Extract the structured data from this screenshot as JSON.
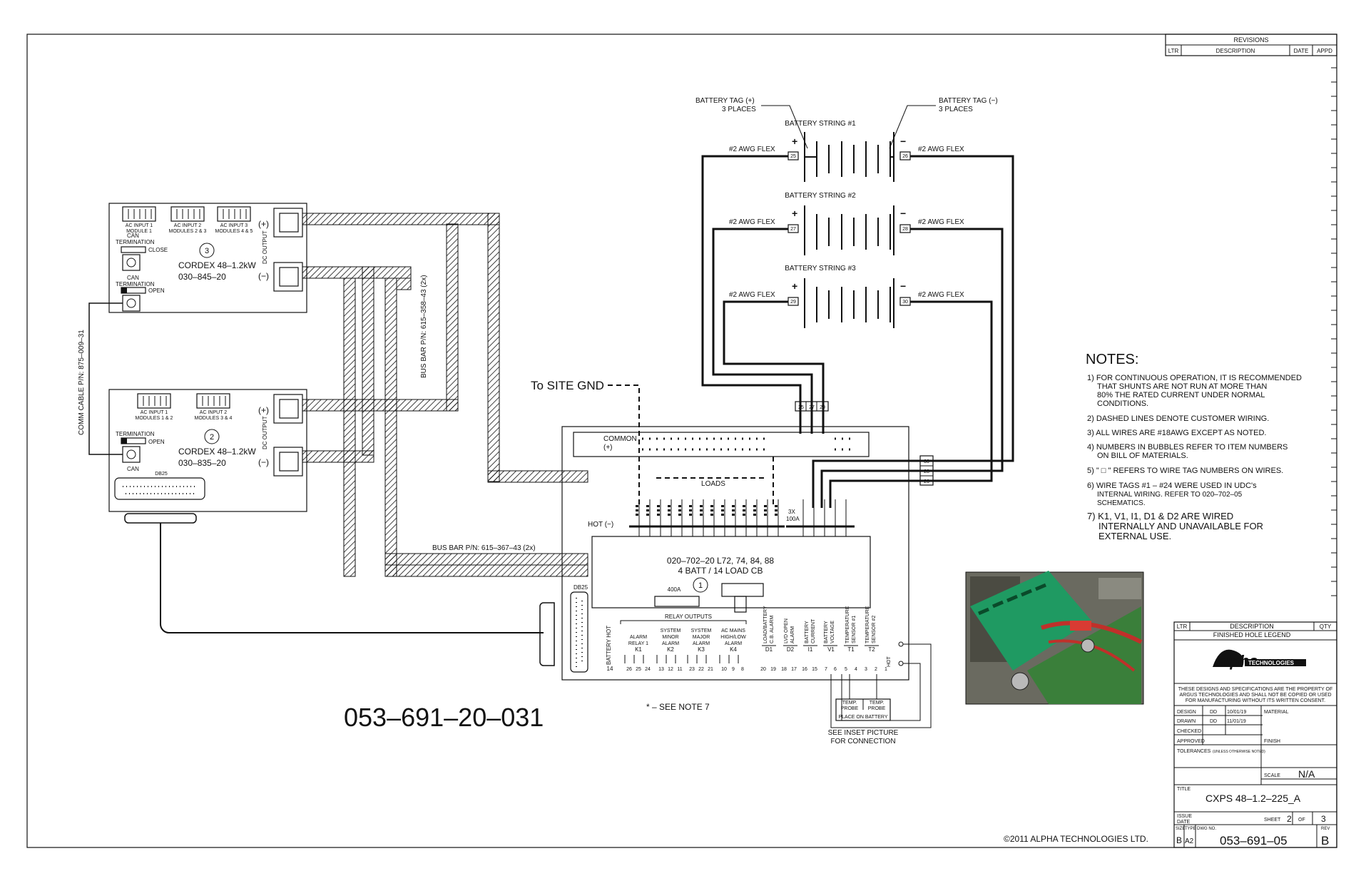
{
  "revisions": {
    "title": "REVISIONS",
    "cols": [
      "LTR",
      "DESCRIPTION",
      "DATE",
      "APPD"
    ]
  },
  "battery_tags": {
    "pos": "BATTERY TAG (+)",
    "neg": "BATTERY TAG (−)",
    "places": "3 PLACES"
  },
  "batteries": [
    {
      "label": "BATTERY STRING #1",
      "tag_pos": "25",
      "tag_neg": "26"
    },
    {
      "label": "BATTERY STRING #2",
      "tag_pos": "27",
      "tag_neg": "28"
    },
    {
      "label": "BATTERY STRING #3",
      "tag_pos": "29",
      "tag_neg": "30"
    }
  ],
  "wire_label": "#2 AWG FLEX",
  "rectifier1": {
    "item": "3",
    "name": "CORDEX 48–1.2kW",
    "pn": "030–845–20",
    "inputs": [
      "AC INPUT 1",
      "AC INPUT 2",
      "AC INPUT 3"
    ],
    "modules": [
      "MODULE 1",
      "MODULES 2 & 3",
      "MODULES 4 & 5"
    ],
    "can1": "CAN",
    "term1": "TERMINATION",
    "close": "CLOSE",
    "can2": "CAN",
    "term2": "TERMINATION",
    "open": "OPEN"
  },
  "rectifier2": {
    "item": "2",
    "name": "CORDEX 48–1.2kW",
    "pn": "030–835–20",
    "inputs": [
      "AC INPUT 1",
      "AC INPUT 2"
    ],
    "modules": [
      "MODULES 1 & 2",
      "MODULES 3 & 4"
    ],
    "term": "TERMINATION",
    "open": "OPEN",
    "can": "CAN",
    "db": "DB25"
  },
  "dc_pos": "(+)",
  "dc_neg": "(−)",
  "dc_output": "DC OUTPUT",
  "comm_cable": "COMM CABLE P/N: 875–009–31",
  "busbar1": "BUS BAR P/N: 615–358–43 (2x)",
  "busbar2": "BUS BAR P/N: 615–367–43 (2x)",
  "site_gnd": "To SITE GND",
  "udc": {
    "common": "COMMON",
    "common_pos": "(+)",
    "loads": "LOADS",
    "hot": "HOT (−)",
    "model": "020–702–20 L72, 74, 84, 88",
    "cfg": "4 BATT / 14 LOAD CB",
    "item": "1",
    "shunt": "400A",
    "breaker": "3X",
    "breaker_rating": "100A",
    "db": "DB25",
    "relay_outputs": "RELAY OUTPUTS",
    "battery_hot": "BATTERY HOT"
  },
  "relays": [
    {
      "l1": "ALARM",
      "l2": "RELAY 1",
      "k": "K1",
      "pins": [
        "26",
        "25",
        "24"
      ]
    },
    {
      "l1": "SYSTEM",
      "l2": "MINOR",
      "l3": "ALARM",
      "k": "K2",
      "pins": [
        "13",
        "12",
        "11"
      ]
    },
    {
      "l1": "SYSTEM",
      "l2": "MAJOR",
      "l3": "ALARM",
      "k": "K3",
      "pins": [
        "23",
        "22",
        "21"
      ]
    },
    {
      "l1": "AC MAINS",
      "l2": "HIGH/LOW",
      "l3": "ALARM",
      "k": "K4",
      "pins": [
        "10",
        "9",
        "8"
      ]
    }
  ],
  "pin14": "14",
  "inputs": [
    {
      "l1": "LOAD/BATTERY",
      "l2": "C.B. ALARM",
      "k": "D1",
      "pins": [
        "20",
        "19"
      ]
    },
    {
      "l1": "LVD OPEN",
      "l2": "ALARM",
      "k": "D2",
      "pins": [
        "18",
        "17"
      ]
    },
    {
      "l1": "BATTERY",
      "l2": "CURRENT",
      "k": "I1",
      "pins": [
        "16",
        "15"
      ]
    },
    {
      "l1": "BATTERY",
      "l2": "VOLTAGE",
      "k": "V1",
      "pins": [
        "7",
        "6"
      ]
    },
    {
      "l1": "TEMPERATURE",
      "l2": "SENSOR #1",
      "k": "T1",
      "pins": [
        "5",
        "4"
      ]
    },
    {
      "l1": "TEMPERATURE",
      "l2": "SENSOR #2",
      "k": "T2",
      "pins": [
        "3",
        "2"
      ]
    }
  ],
  "hot_label": "HOT",
  "pin1": "1",
  "temp_probe": "TEMP. PROBE",
  "place_on_battery": "PLACE ON BATTERY",
  "see_inset": [
    "SEE INSET PICTURE",
    "FOR CONNECTION"
  ],
  "see_note": "* – SEE NOTE 7",
  "big_number": "053–691–20–031",
  "notes_title": "NOTES:",
  "notes": [
    [
      "1) FOR CONTINUOUS OPERATION, IT IS RECOMMENDED",
      "THAT SHUNTS ARE NOT RUN AT MORE THAN",
      "80% THE RATED CURRENT UNDER NORMAL",
      "CONDITIONS."
    ],
    [
      "2) DASHED LINES DENOTE CUSTOMER WIRING."
    ],
    [
      "3) ALL WIRES ARE #18AWG EXCEPT AS NOTED."
    ],
    [
      "4) NUMBERS IN BUBBLES REFER TO ITEM NUMBERS",
      "ON BILL OF MATERIALS."
    ],
    [
      "5) \" □ \" REFERS TO WIRE TAG NUMBERS ON WIRES."
    ],
    [
      "6) WIRE TAGS #1 – #24 WERE USED IN UDC's",
      "INTERNAL WIRING. REFER TO 020–702–05",
      "SCHEMATICS."
    ],
    [
      "7) K1, V1, I1, D1 & D2 ARE WIRED",
      "INTERNALLY AND UNAVAILABLE FOR",
      "EXTERNAL USE."
    ]
  ],
  "title_block": {
    "ltr": "LTR",
    "desc": "DESCRIPTION",
    "qty": "QTY",
    "legend": "FINISHED HOLE LEGEND",
    "logo_main": "alpha",
    "logo_sub": "TECHNOLOGIES",
    "prop": [
      "THESE DESIGNS AND SPECIFICATIONS ARE THE PROPERTY OF",
      "ARGUS TECHNOLOGIES AND SHALL NOT BE COPIED OR USED",
      "FOR MANUFACTURING WITHOUT ITS WRITTEN CONSENT."
    ],
    "design": "DESIGN",
    "design_by": "DD",
    "design_date": "10/01/19",
    "drawn": "DRAWN",
    "drawn_by": "DD",
    "drawn_date": "11/01/19",
    "checked": "CHECKED",
    "approved": "APPROVED",
    "tolerances": "TOLERANCES",
    "tol_note": "(UNLESS OTHERWISE NOTED)",
    "material": "MATERIAL",
    "finish": "FINISH",
    "scale": "SCALE",
    "scale_val": "N/A",
    "title_lbl": "TITLE",
    "title_val": "CXPS 48–1.2–225_A",
    "issue": "ISSUE",
    "date": "DATE",
    "sheet": "SHEET",
    "sheet_no": "2",
    "of": "OF",
    "sheet_total": "3",
    "size": "SIZE",
    "size_val": "B",
    "type": "TYPE",
    "type_val": "A2",
    "dwg": "DWG NO.",
    "dwg_val": "053–691–05",
    "rev": "REV",
    "rev_val": "B"
  },
  "copyright": "©2011 ALPHA TECHNOLOGIES LTD."
}
